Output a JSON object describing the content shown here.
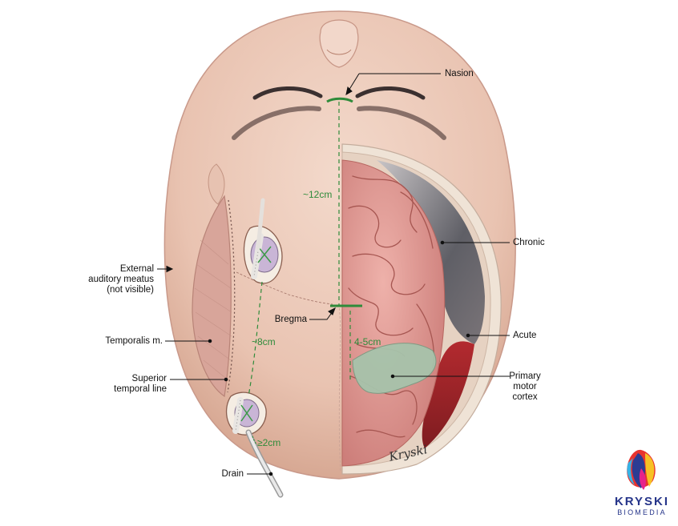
{
  "labels": {
    "nasion": "Nasion",
    "chronic": "Chronic",
    "acute": "Acute",
    "primary_motor_cortex": [
      "Primary",
      "motor",
      "cortex"
    ],
    "external_auditory_meatus": [
      "External",
      "auditory meatus",
      "(not visible)"
    ],
    "temporalis": "Temporalis m.",
    "superior_temporal_line": [
      "Superior",
      "temporal line"
    ],
    "bregma": "Bregma",
    "drain": "Drain"
  },
  "measurements": {
    "nasion_to_bregma": "~12cm",
    "burr_hole_spacing": "~8cm",
    "bregma_to_motor": "4-5cm",
    "drain_distance": "≥2cm"
  },
  "signature": "Kryski",
  "logo": {
    "name": "KRYSKI",
    "sub": "BIOMEDIA"
  },
  "colors": {
    "skin": "#ecc9b8",
    "brain": "#d98f8a",
    "measure_green": "#2e8b3a",
    "chronic_hematoma": "#6e6e73",
    "acute_hematoma": "#a3262b",
    "motor_cortex": "#9fbba5",
    "logo_blue": "#26358a"
  }
}
